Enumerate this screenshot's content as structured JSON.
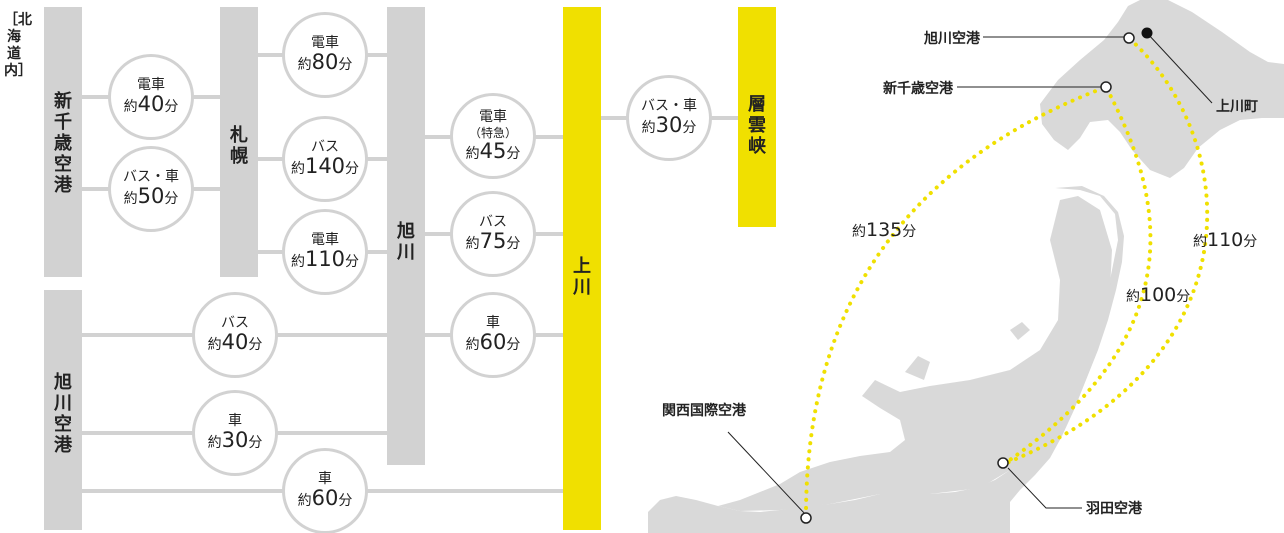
{
  "left": {
    "side_label": "［北海道内］",
    "nodes": {
      "shinchitose": "新千歳空港",
      "sapporo": "札幌",
      "asahikawa_airport": "旭川空港",
      "asahikawa": "旭川",
      "kamikawa": "上川",
      "sounkyo": "層雲峡"
    },
    "routes": [
      {
        "mode": "電車",
        "sub": "",
        "prefix": "約",
        "num": "40",
        "unit": "分"
      },
      {
        "mode": "バス・車",
        "sub": "",
        "prefix": "約",
        "num": "50",
        "unit": "分"
      },
      {
        "mode": "電車",
        "sub": "",
        "prefix": "約",
        "num": "80",
        "unit": "分"
      },
      {
        "mode": "バス",
        "sub": "",
        "prefix": "約",
        "num": "140",
        "unit": "分"
      },
      {
        "mode": "電車",
        "sub": "",
        "prefix": "約",
        "num": "110",
        "unit": "分"
      },
      {
        "mode": "電車",
        "sub": "（特急）",
        "prefix": "約",
        "num": "45",
        "unit": "分"
      },
      {
        "mode": "バス",
        "sub": "",
        "prefix": "約",
        "num": "75",
        "unit": "分"
      },
      {
        "mode": "車",
        "sub": "",
        "prefix": "約",
        "num": "60",
        "unit": "分"
      },
      {
        "mode": "バス・車",
        "sub": "",
        "prefix": "約",
        "num": "30",
        "unit": "分"
      },
      {
        "mode": "バス",
        "sub": "",
        "prefix": "約",
        "num": "40",
        "unit": "分"
      },
      {
        "mode": "車",
        "sub": "",
        "prefix": "約",
        "num": "30",
        "unit": "分"
      },
      {
        "mode": "車",
        "sub": "",
        "prefix": "約",
        "num": "60",
        "unit": "分"
      }
    ]
  },
  "map": {
    "places": {
      "asahikawa_airport": "旭川空港",
      "shinchitose": "新千歳空港",
      "kamikawa_town": "上川町",
      "kansai": "関西国際空港",
      "haneda": "羽田空港"
    },
    "flights": [
      {
        "prefix": "約",
        "num": "135",
        "unit": "分"
      },
      {
        "prefix": "約",
        "num": "100",
        "unit": "分"
      },
      {
        "prefix": "約",
        "num": "110",
        "unit": "分"
      }
    ],
    "colors": {
      "land": "#d9d9d9",
      "route": "#f0e000",
      "line": "#222222"
    }
  },
  "colors": {
    "bar": "#d2d2d2",
    "accent": "#f0e000",
    "text": "#222222"
  }
}
